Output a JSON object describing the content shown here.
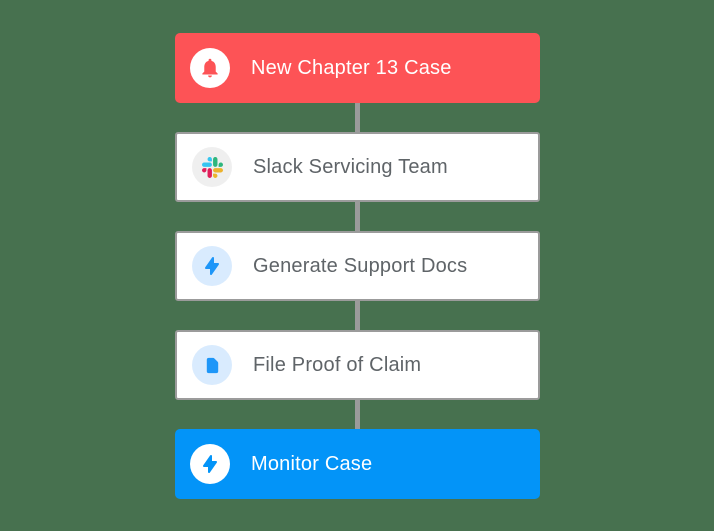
{
  "canvas": {
    "background_color": "#47714f"
  },
  "workflow": {
    "connector_color": "#9b9b9b",
    "steps": [
      {
        "label": "New Chapter 13 Case",
        "icon": "bell-icon",
        "card_color": "#fd5356",
        "text_color": "#ffffff",
        "icon_circle_color": "#ffffff",
        "icon_color": "#fd5356"
      },
      {
        "label": "Slack Servicing Team",
        "icon": "slack-icon",
        "card_color": "#ffffff",
        "text_color": "#5f6468",
        "icon_circle_color": "#efefef",
        "icon_colors": [
          "#e01e5a",
          "#36c5f0",
          "#2eb67d",
          "#ecb22c"
        ]
      },
      {
        "label": "Generate Support Docs",
        "icon": "lightning-bolt-icon",
        "card_color": "#ffffff",
        "text_color": "#5f6468",
        "icon_circle_color": "#d9ebfe",
        "icon_color": "#1e96f8"
      },
      {
        "label": "File Proof of Claim",
        "icon": "document-icon",
        "card_color": "#ffffff",
        "text_color": "#5f6468",
        "icon_circle_color": "#d9ebfe",
        "icon_color": "#1e96f8"
      },
      {
        "label": "Monitor Case",
        "icon": "lightning-bolt-icon",
        "card_color": "#0394f8",
        "text_color": "#ffffff",
        "icon_circle_color": "#ffffff",
        "icon_color": "#0394f8"
      }
    ]
  }
}
